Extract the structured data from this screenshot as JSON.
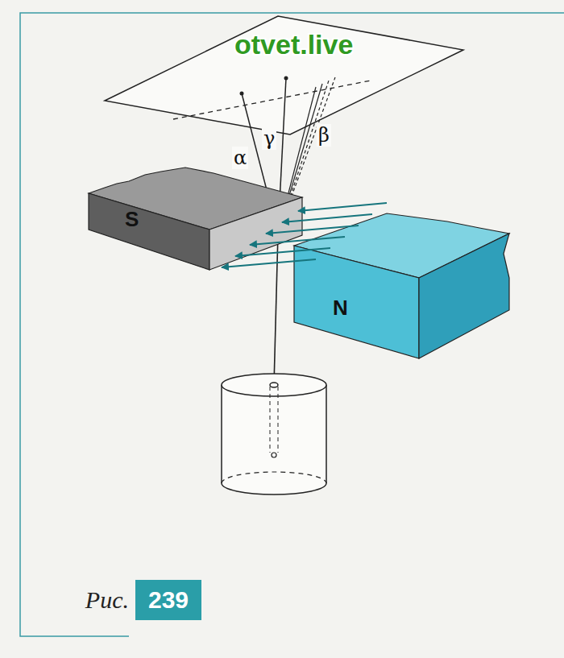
{
  "diagram": {
    "caption": "Рис.",
    "nodes": [
      {
        "text": [
          "S"
        ]
      },
      {
        "text": [
          "N"
        ]
      },
      {
        "text": [
          "239"
        ]
      }
    ],
    "labels": [
      "otvet.live",
      "α",
      "γ",
      "β"
    ]
  }
}
